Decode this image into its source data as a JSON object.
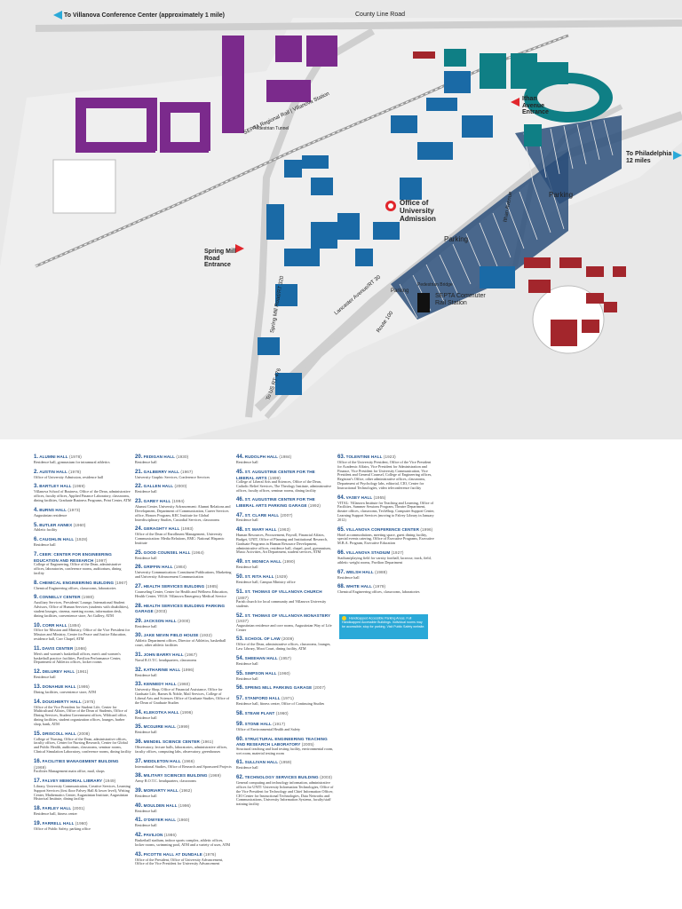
{
  "map": {
    "roads": {
      "county_line": "County Line Road",
      "conference_center": "To Villanova Conference Center (approximately 1 mile)",
      "spring_mill": "Spring Mill Road/RT 320",
      "lancaster": "Lancaster Avenue/RT 30",
      "ithan": "Ithan Avenue",
      "route100": "Route 100",
      "us476": "To US RT 476",
      "septa_rail": "SEPTA Regional Rail | Villanova Station"
    },
    "labels": {
      "admission": "Office of University Admission",
      "philadelphia": "To Philadelphia 12 miles",
      "spring_mill_entrance": "Spring Mill Road Entrance",
      "ithan_entrance": "Ithan Avenue Entrance",
      "septa_station": "SEPTA Commuter Rail Station",
      "pedestrian_tunnel": "Pedestrian Tunnel",
      "pedestrian_bridge": "Pedestrian Bridge",
      "parking1": "Parking",
      "parking2": "Parking",
      "parking3": "Parking"
    },
    "colors": {
      "purple": "#7b2a8c",
      "blue": "#1a6aa6",
      "teal": "#0f7f85",
      "red": "#a3262c",
      "background": "#e8e8e8",
      "road": "#d2d2d2",
      "grass": "#f2f2f2",
      "admission_marker": "#e1262c"
    }
  },
  "legend": {
    "note": "Handicapped Accessible Parking Areas. Full Handicapped Accessible Buildings. Individual rooms may be accessible; stop for parking. Visit Public Safety website.",
    "columns": [
      [
        {
          "num": "1.",
          "name": "ALUMNI HALL",
          "code": "(1978)",
          "desc": "Residence hall, gymnasium for intramural athletics"
        },
        {
          "num": "2.",
          "name": "AUSTIN HALL",
          "code": "(1978)",
          "desc": "Office of University Admission, residence hall"
        },
        {
          "num": "3.",
          "name": "BARTLEY HALL",
          "code": "(1969)",
          "desc": "Villanova School of Business, Office of the Dean, administrative offices, faculty offices, Applied Finance Laboratory, classrooms, dining facilities, Graduate Business Programs, Print Center, ATM"
        },
        {
          "num": "4.",
          "name": "BURNS HALL",
          "code": "(1973)",
          "desc": "Augustinian residence"
        },
        {
          "num": "5.",
          "name": "BUTLER ANNEX",
          "code": "(1960)",
          "desc": "Athletic facility"
        },
        {
          "num": "6.",
          "name": "CAUGHLIN HALL",
          "code": "(1928)",
          "desc": "Residence hall"
        },
        {
          "num": "7.",
          "name": "CEER: CENTER FOR ENGINEERING EDUCATION AND RESEARCH",
          "code": "(1997)",
          "desc": "College of Engineering, Office of the Dean, administrative offices, laboratories, conference rooms, auditorium, dining facility"
        },
        {
          "num": "8.",
          "name": "CHEMICAL ENGINEERING BUILDING",
          "code": "(1967)",
          "desc": "Chemical Engineering offices, classrooms, laboratories"
        },
        {
          "num": "9.",
          "name": "CONNELLY CENTER",
          "code": "(1980)",
          "desc": "Auxiliary Services, Presidents' Lounge, International Student Advisors, Office of Human Services (students with disabilities), student lounges, cinema, meeting rooms, information desk, dining facilities, convenience store, Art Gallery, ATM"
        },
        {
          "num": "10.",
          "name": "CORR HALL",
          "code": "(1894)",
          "desc": "Office for Mission and Ministry, Office of the Vice President for Mission and Ministry, Center for Peace and Justice Education, residence hall, Corr Chapel, ATM"
        },
        {
          "num": "11.",
          "name": "DAVIS CENTER",
          "code": "(1986)",
          "desc": "Men's and women's basketball offices, men's and women's basketball practice facilities, Pavilion Performance Center, Department of Athletics offices, locker rooms"
        },
        {
          "num": "12.",
          "name": "DELUREY HALL",
          "code": "(1961)",
          "desc": "Residence hall"
        },
        {
          "num": "13.",
          "name": "DONAHUE HALL",
          "code": "(1995)",
          "desc": "Dining facilities, convenience store, ATM"
        },
        {
          "num": "14.",
          "name": "DOUGHERTY HALL",
          "code": "(1975)",
          "desc": "Office of the Vice President for Student Life, Center for Multicultural Affairs, Office of the Dean of Students, Office of Dining Services, Student Government offices, Wildcard office, dining facilities, student organization offices, lounges, barber shop, bank, ATM"
        },
        {
          "num": "15.",
          "name": "DRISCOLL HALL",
          "code": "(2008)",
          "desc": "College of Nursing, Office of the Dean, administrative offices, faculty offices, Center for Nursing Research, Center for Global and Public Health, auditorium, classrooms, seminar rooms, Clinical Simulation Laboratory, conference rooms, dining facility"
        },
        {
          "num": "16.",
          "name": "FACILITIES MANAGEMENT BUILDING",
          "code": "(1969)",
          "desc": "Facilities Management main office, mail, shops"
        },
        {
          "num": "17.",
          "name": "FALVEY MEMORIAL LIBRARY",
          "code": "(1949)",
          "desc": "Library, University Communication, Creative Services, Learning Support Services (first floor Falvey Hall & lower level), Writing Center, Mathematics Center, Augustinian Institute, Augustinian Historical Institute, dining facility"
        },
        {
          "num": "18.",
          "name": "FARLEY HALL",
          "code": "(2001)",
          "desc": "Residence hall, fitness center"
        },
        {
          "num": "19.",
          "name": "FARRELL HALL",
          "code": "(1960)",
          "desc": "Office of Public Safety, parking office"
        }
      ],
      [
        {
          "num": "20.",
          "name": "FEDIGAN HALL",
          "code": "(1930)",
          "desc": "Residence hall"
        },
        {
          "num": "21.",
          "name": "GALBERRY HALL",
          "code": "(1967)",
          "desc": "University Graphic Services, Conference Services"
        },
        {
          "num": "22.",
          "name": "GALLEN HALL",
          "code": "(2000)",
          "desc": "Residence hall"
        },
        {
          "num": "23.",
          "name": "GAREY HALL",
          "code": "(1994)",
          "desc": "Alumni Center, University Advancement: Alumni Relations and Development, Department of Communication, Career Services office, Honors Program, KEC Institute for Global Interdisciplinary Studies, Custodial Services, classrooms"
        },
        {
          "num": "24.",
          "name": "GERAGHTY HALL",
          "code": "(1993)",
          "desc": "Office of the Dean of Enrollment Management, University Communication: Media Relations, EMC: National Hispanic Institute"
        },
        {
          "num": "25.",
          "name": "GOOD COUNSEL HALL",
          "code": "(1964)",
          "desc": "Residence hall"
        },
        {
          "num": "26.",
          "name": "GRIFFIN HALL",
          "code": "(1984)",
          "desc": "University Communication: Constituent Publications, Marketing and University Advancement Communication"
        },
        {
          "num": "27.",
          "name": "HEALTH SERVICES BUILDING",
          "code": "(1985)",
          "desc": "Counseling Center, Center for Health and Wellness Education, Health Center, VEGS: Villanova Emergency Medical Service"
        },
        {
          "num": "28.",
          "name": "HEALTH SERVICES BUILDING PARKING GARAGE",
          "code": "(2003)",
          "desc": ""
        },
        {
          "num": "29.",
          "name": "JACKSON HALL",
          "code": "(2000)",
          "desc": "Residence hall"
        },
        {
          "num": "30.",
          "name": "JAKE NEVIN FIELD HOUSE",
          "code": "(1932)",
          "desc": "Athletic Department offices, Director of Athletics, basketball court, other athletic facilities"
        },
        {
          "num": "31.",
          "name": "JOHN BARRY HALL",
          "code": "(1967)",
          "desc": "Naval R.O.T.C. headquarters, classrooms"
        },
        {
          "num": "32.",
          "name": "KATHARINE HALL",
          "code": "(1996)",
          "desc": "Residence hall"
        },
        {
          "num": "33.",
          "name": "KENNEDY HALL",
          "code": "(1960)",
          "desc": "University Shop, Office of Financial Assistance, Office for Graduate Life, Barnes & Noble, Mail Services, College of Liberal Arts and Sciences Office of Graduate Studies, Office of the Dean of Graduate Studies"
        },
        {
          "num": "34.",
          "name": "KLEKOTKA HALL",
          "code": "(1996)",
          "desc": "Residence hall"
        },
        {
          "num": "35.",
          "name": "MCGUIRE HALL",
          "code": "(1999)",
          "desc": "Residence hall"
        },
        {
          "num": "36.",
          "name": "MENDEL SCIENCE CENTER",
          "code": "(1961)",
          "desc": "Observatory, lecture halls, laboratories, administrative offices, faculty offices, computing labs, observatory, greenhouses"
        },
        {
          "num": "37.",
          "name": "MIDDLETON HALL",
          "code": "(1966)",
          "desc": "International Studies, Office of Research and Sponsored Projects"
        },
        {
          "num": "38.",
          "name": "MILITARY SCIENCES BUILDING",
          "code": "(1969)",
          "desc": "Army R.O.T.C. headquarters, classrooms"
        },
        {
          "num": "39.",
          "name": "MORIARTY HALL",
          "code": "(1962)",
          "desc": "Residence hall"
        },
        {
          "num": "40.",
          "name": "MOULDEN HALL",
          "code": "(1996)",
          "desc": "Residence hall"
        },
        {
          "num": "41.",
          "name": "O'DWYER HALL",
          "code": "(1960)",
          "desc": "Residence hall"
        },
        {
          "num": "42.",
          "name": "PAVILION",
          "code": "(1986)",
          "desc": "Basketball stadium, indoor sports complex, athletic offices, locker rooms, swimming pool, ATM and a variety of uses, ATM"
        },
        {
          "num": "43.",
          "name": "PICOTTE HALL AT DUNDALE",
          "code": "(1976)",
          "desc": "Office of the President, Office of University Advancement, Office of the Vice President for University Advancement"
        }
      ],
      [
        {
          "num": "44.",
          "name": "RUDOLPH HALL",
          "code": "(1984)",
          "desc": "Residence hall"
        },
        {
          "num": "45.",
          "name": "ST. AUGUSTINE CENTER FOR THE LIBERAL ARTS",
          "code": "(1999)",
          "desc": "College of Liberal Arts and Sciences, Office of the Dean, Catholic Relief Services, The Theology Institute, administrative offices, faculty offices, seminar rooms, dining facility"
        },
        {
          "num": "46.",
          "name": "ST. AUGUSTINE CENTER FOR THE LIBERAL ARTS PARKING GARAGE",
          "code": "(1992)",
          "desc": ""
        },
        {
          "num": "47.",
          "name": "ST. CLARE HALL",
          "code": "(2007)",
          "desc": "Residence hall"
        },
        {
          "num": "48.",
          "name": "ST. MARY HALL",
          "code": "(1963)",
          "desc": "Human Resources, Procurement, Payroll, Financial Affairs, Budget, UNIT, Office of Planning and Institutional Research, Graduate Programs in Human Resource Development, administrative offices, residence hall, chapel, pool, gymnasium, Music Activities, Art Department, student services, ATM"
        },
        {
          "num": "49.",
          "name": "ST. MONICA HALL",
          "code": "(1990)",
          "desc": "Residence hall"
        },
        {
          "num": "50.",
          "name": "ST. RITA HALL",
          "code": "(1929)",
          "desc": "Residence hall, Campus Ministry office"
        },
        {
          "num": "51.",
          "name": "ST. THOMAS OF VILLANOVA CHURCH",
          "code": "(1887)",
          "desc": "Parish church for local community and Villanova University students"
        },
        {
          "num": "52.",
          "name": "ST. THOMAS OF VILLANOVA MONASTERY",
          "code": "(1937)",
          "desc": "Augustinian residence and core rooms, Augustinian Way of Life Center"
        },
        {
          "num": "53.",
          "name": "SCHOOL OF LAW",
          "code": "(2009)",
          "desc": "Office of the Dean, administrative offices, classrooms, lounges, Law Library, Moot Court, dining facility, ATM"
        },
        {
          "num": "54.",
          "name": "SHEEHAN HALL",
          "code": "(1957)",
          "desc": "Residence hall"
        },
        {
          "num": "55.",
          "name": "SIMPSON HALL",
          "code": "(1960)",
          "desc": "Residence hall"
        },
        {
          "num": "56.",
          "name": "SPRING MILL PARKING GARAGE",
          "code": "(2007)",
          "desc": ""
        },
        {
          "num": "57.",
          "name": "STANFORD HALL",
          "code": "(1971)",
          "desc": "Residence hall, fitness center, Office of Continuing Studies"
        },
        {
          "num": "58.",
          "name": "STEAM PLANT",
          "code": "(1960)",
          "desc": ""
        },
        {
          "num": "59.",
          "name": "STONE HALL",
          "code": "(1917)",
          "desc": "Office of Environmental Health and Safety"
        },
        {
          "num": "60.",
          "name": "STRUCTURAL ENGINEERING TEACHING AND RESEARCH LABORATORY",
          "code": "(2005)",
          "desc": "Structural teaching and load testing facility, environmental room, wet room, material testing room"
        },
        {
          "num": "61.",
          "name": "SULLIVAN HALL",
          "code": "(1959)",
          "desc": "Residence hall"
        },
        {
          "num": "62.",
          "name": "TECHNOLOGY SERVICES BUILDING",
          "code": "(2003)",
          "desc": "General computing and technology information, administrative offices for UNIT: University Information Technologies, Office of the Vice President for Technology and Chief Information Officer, CIO Center for Instructional Technologies, Data Networks and Communications, University Information Systems, faculty/staff training facility"
        }
      ],
      [
        {
          "num": "63.",
          "name": "TOLENTINE HALL",
          "code": "(1923)",
          "desc": "Office of the University President, Office of the Vice President for Academic Affairs, Vice President for Administration and Finance, Vice President for University Communication, Vice President and General Counsel, College of Engineering offices, Registrar's Office, other administrative offices, classrooms, Department of Psychology labs, editorial, CIO, Center for Instructional Technologies, video teleconference facility"
        },
        {
          "num": "64.",
          "name": "VASEY HALL",
          "code": "(1955)",
          "desc": "VITAL: Villanova Institute for Teaching and Learning, Office of Facilities, Summer Sessions Program, Theatre Department, theatre offices, classrooms, TechShop, Computer Support Center, Learning Support Services (moving to Falvey Library in January 2012)"
        },
        {
          "num": "65.",
          "name": "VILLANOVA CONFERENCE CENTER",
          "code": "(1996)",
          "desc": "Hotel accommodations, meeting space, guest dining facility, special events catering, Office of Executive Programs, Executive M.B.A. Program, Executive Education"
        },
        {
          "num": "66.",
          "name": "VILLANOVA STADIUM",
          "code": "(1927)",
          "desc": "Stadium/playing field for varsity football, lacrosse, track, field, athletic weight rooms, Pavilion Department"
        },
        {
          "num": "67.",
          "name": "WELSH HALL",
          "code": "(1988)",
          "desc": "Residence hall"
        },
        {
          "num": "68.",
          "name": "WHITE HALL",
          "code": "(1979)",
          "desc": "Chemical Engineering offices, classrooms, laboratories"
        }
      ]
    ]
  }
}
